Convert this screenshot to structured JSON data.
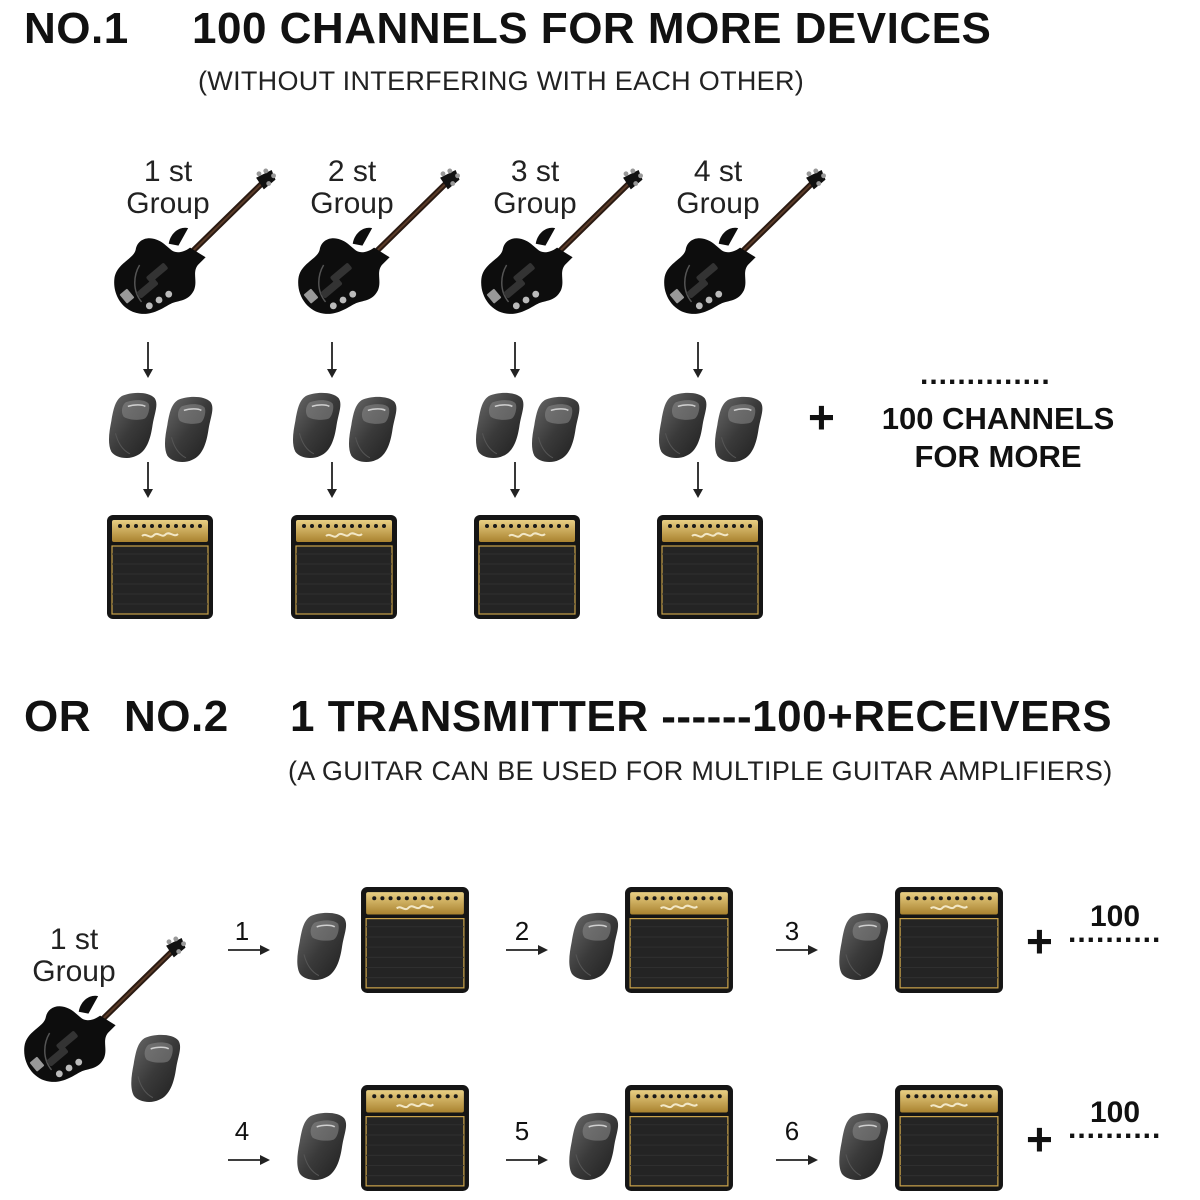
{
  "section1": {
    "title_no": "NO.1",
    "title": "100 CHANNELS FOR MORE DEVICES",
    "subtitle": "(WITHOUT INTERFERING WITH EACH OTHER)",
    "groups": [
      {
        "ordinal": "1 st",
        "word": "Group"
      },
      {
        "ordinal": "2 st",
        "word": "Group"
      },
      {
        "ordinal": "3 st",
        "word": "Group"
      },
      {
        "ordinal": "4 st",
        "word": "Group"
      }
    ],
    "plus": "+",
    "dots": "..............",
    "more_line1": "100 CHANNELS",
    "more_line2": "FOR MORE"
  },
  "section2": {
    "or": "OR",
    "title_no": "NO.2",
    "title": "1 TRANSMITTER ------100+RECEIVERS",
    "subtitle": "(A GUITAR CAN BE USED FOR MULTIPLE GUITAR AMPLIFIERS)",
    "group": {
      "ordinal": "1 st",
      "word": "Group"
    },
    "steps": [
      "1",
      "2",
      "3",
      "4",
      "5",
      "6"
    ],
    "plus": "+",
    "hundred": "100",
    "dots": ".........."
  },
  "icons": {
    "guitar": "bass-guitar-icon",
    "transmitter": "wireless-transmitter-icon",
    "amp": "guitar-amplifier-icon",
    "arrow_down": "arrow-down-icon",
    "arrow_right": "arrow-right-icon"
  },
  "colors": {
    "amp_gold": "#c9a24a",
    "device": "#3a3a3a",
    "guitar": "#0d0d0d"
  }
}
